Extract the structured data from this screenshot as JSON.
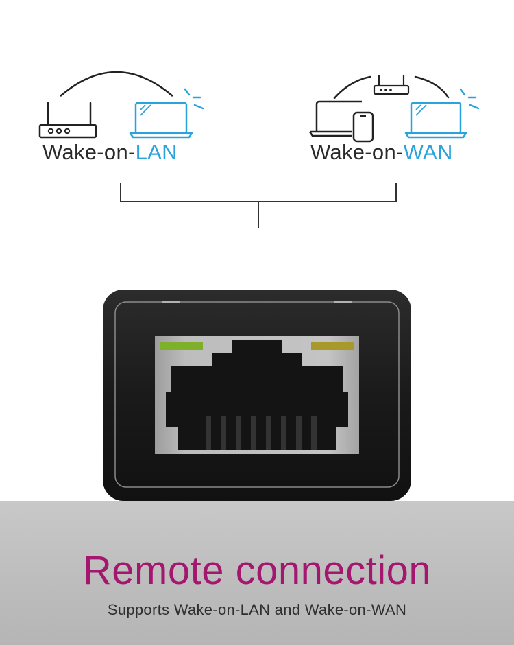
{
  "diagram": {
    "lan": {
      "prefix": "Wake-on-",
      "accent": "LAN"
    },
    "wan": {
      "prefix": "Wake-on-",
      "accent": "WAN"
    }
  },
  "footer": {
    "headline": "Remote connection",
    "subline": "Supports Wake-on-LAN and Wake-on-WAN"
  },
  "colors": {
    "accent_blue": "#2aa3dd",
    "headline_magenta": "#a3176f",
    "led_green": "#7fb02a",
    "led_amber": "#a89a2a"
  },
  "icons": [
    "router-icon",
    "laptop-icon",
    "smartphone-icon",
    "signal-waves-icon",
    "ethernet-port-icon"
  ]
}
